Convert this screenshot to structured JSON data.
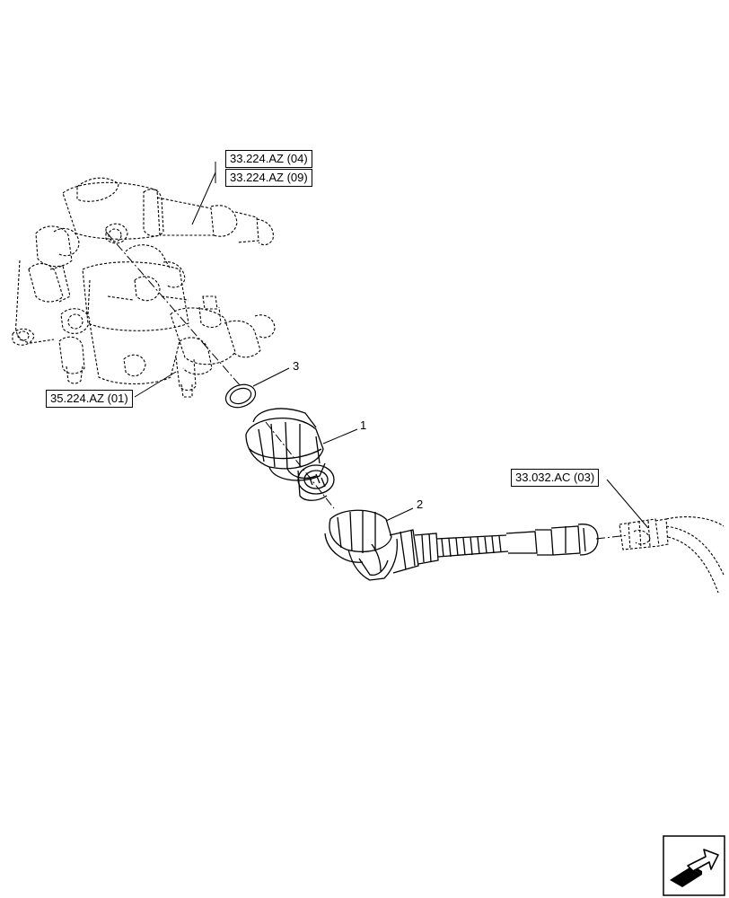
{
  "references": {
    "ref_top_1": "33.224.AZ (04)",
    "ref_top_2": "33.224.AZ (09)",
    "ref_left": "35.224.AZ (01)",
    "ref_right": "33.032.AC (03)"
  },
  "callouts": {
    "item_1": "1",
    "item_2": "2",
    "item_3": "3"
  },
  "icons": {
    "nav": "next-page-arrow-icon"
  },
  "colors": {
    "line": "#000000",
    "background": "#ffffff"
  }
}
